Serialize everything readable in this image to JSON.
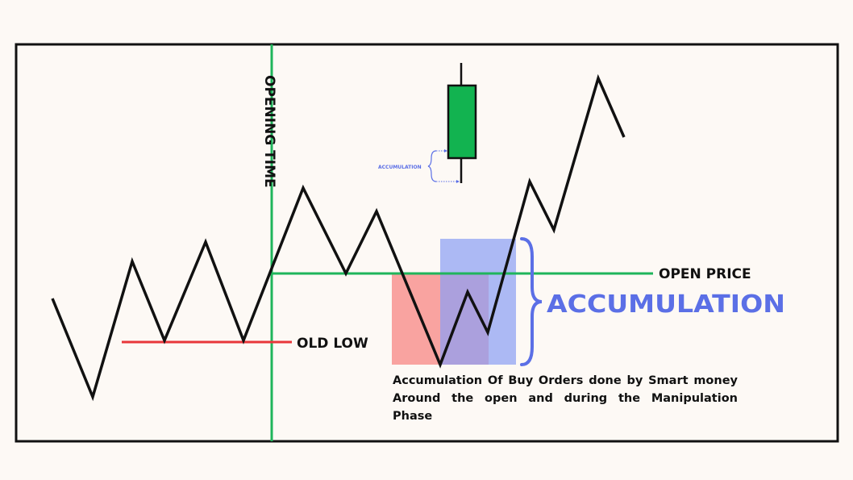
{
  "labels": {
    "opening_time": "OPENING TIME",
    "open_price": "OPEN PRICE",
    "old_low": "OLD LOW",
    "accumulation": "ACCUMULATION",
    "candle_accumulation": "ACCUMULATION",
    "description": "Accumulation Of Buy Orders done by Smart money Around the open and during the Manipulation Phase"
  },
  "colors": {
    "background": "#fdf9f5",
    "frame": "#111111",
    "price_path": "#111111",
    "opening_time_line": "#1fb55b",
    "open_price_line": "#1fb55b",
    "old_low_line": "#e8363a",
    "red_zone": "#f9a3a0",
    "blue_zone": "#97a9f6",
    "accumulation_text": "#5b6fe6",
    "candle_body": "#12b350"
  }
}
